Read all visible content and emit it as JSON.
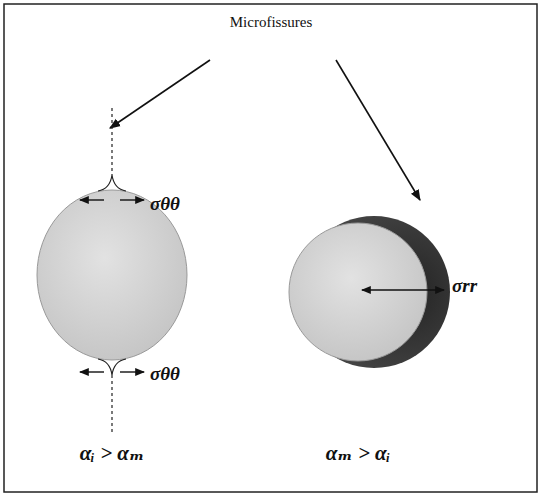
{
  "diagram": {
    "labels": [
      "Microfissures",
      "σθθ",
      "σθθ",
      "σrr",
      "αᵢ > αₘ",
      "αₘ > αᵢ"
    ]
  }
}
